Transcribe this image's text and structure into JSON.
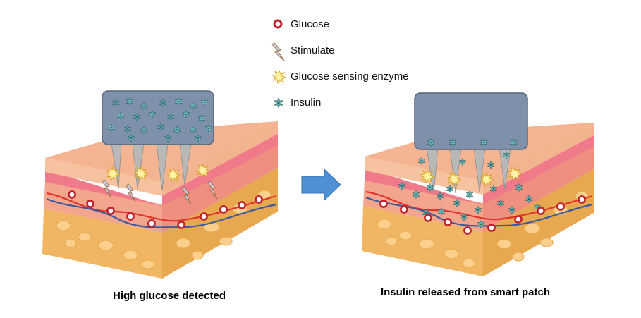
{
  "legend": {
    "items": [
      {
        "label": "Glucose",
        "icon": "glucose-ring-icon"
      },
      {
        "label": "Stimulate",
        "icon": "lightning-bolt-icon"
      },
      {
        "label": "Glucose sensing enzyme",
        "icon": "enzyme-burst-icon"
      },
      {
        "label": "Insulin",
        "icon": "insulin-star-icon"
      }
    ]
  },
  "captions": {
    "left": "High glucose detected",
    "right": "Insulin released from smart patch"
  },
  "colors": {
    "patch": "#7f90aa",
    "patch_border": "#566579",
    "needle": "#b8b8b8",
    "glucose": "#c0202a",
    "insulin": "#5fa3a6",
    "enzyme": "#fff1a6",
    "bolt": "#c9cfe6",
    "arrow": "#4f8fd4",
    "skin_top": "#f4b28d",
    "dermis": "#f08f8f",
    "fat": "#f7c376",
    "vessel_red": "#e0342c",
    "vessel_blue": "#3d5a9c"
  }
}
